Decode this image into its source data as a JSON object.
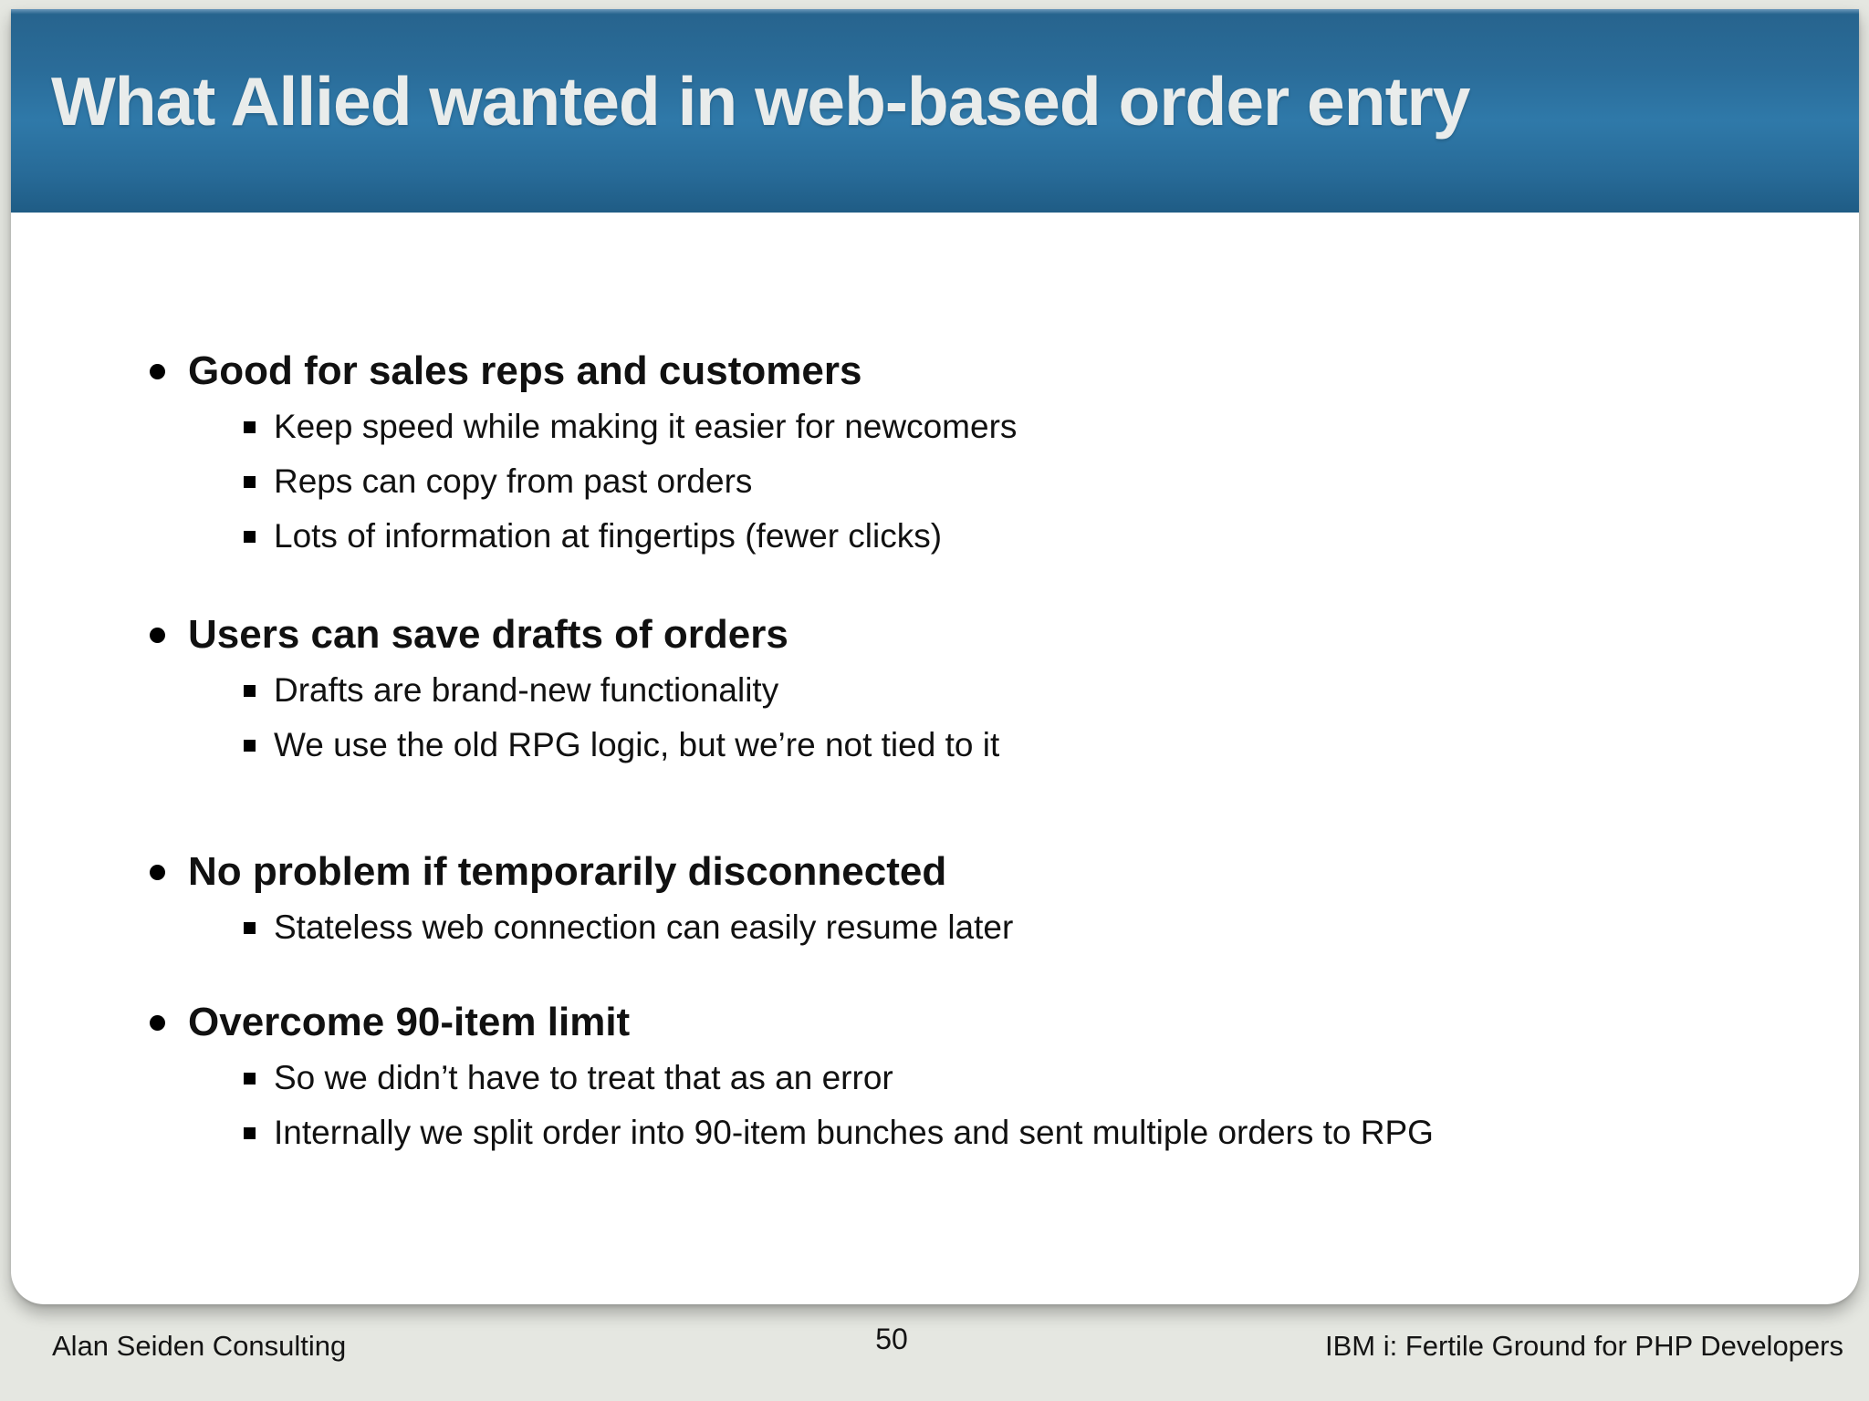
{
  "slide": {
    "title": "What Allied wanted in web-based order entry",
    "sections": [
      {
        "heading": "Good for sales reps and customers",
        "items": [
          "Keep speed while making it easier for newcomers",
          "Reps can copy from past orders",
          "Lots of information at fingertips (fewer clicks)"
        ]
      },
      {
        "heading": "Users can save drafts of orders",
        "items": [
          "Drafts are brand-new functionality",
          "We use the old RPG logic, but we’re not tied to it"
        ]
      },
      {
        "heading": "No problem if temporarily disconnected",
        "items": [
          "Stateless web connection can easily resume later"
        ]
      },
      {
        "heading": "Overcome 90-item limit",
        "items": [
          "So we didn’t have to treat that as an error",
          "Internally we split order into 90-item bunches and sent multiple orders to RPG"
        ]
      }
    ]
  },
  "footer": {
    "left": "Alan Seiden Consulting",
    "page_number": "50",
    "right": "IBM i: Fertile Ground for PHP Developers"
  },
  "colors": {
    "header_blue_top": "#27648e",
    "header_blue_mid": "#2f79a9",
    "header_blue_bottom": "#1f5c85",
    "page_background": "#e5e7e1",
    "slide_background": "#ffffff",
    "title_text": "#e9eceb",
    "body_text": "#111111"
  }
}
